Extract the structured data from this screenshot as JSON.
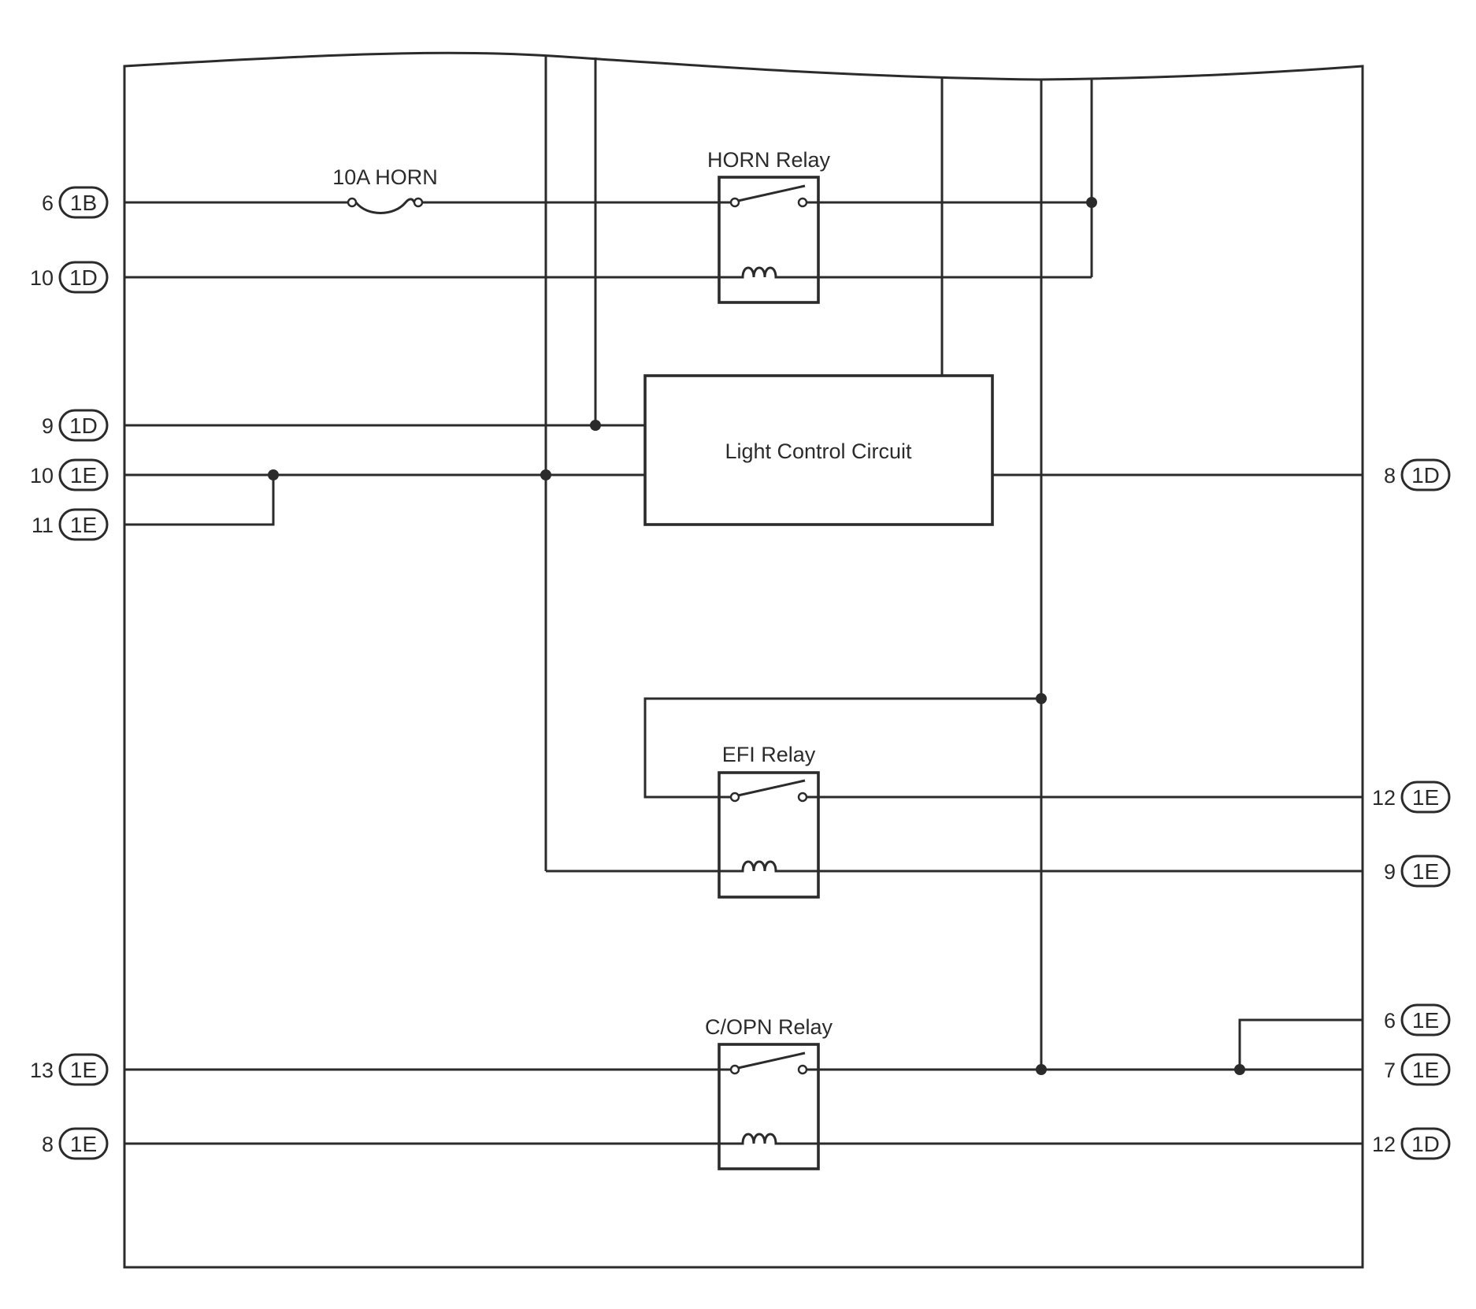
{
  "components": {
    "fuse_label": "10A HORN",
    "horn_relay_label": "HORN Relay",
    "light_control_label": "Light Control Circuit",
    "efi_relay_label": "EFI Relay",
    "copn_relay_label": "C/OPN Relay"
  },
  "left_terminals": [
    {
      "pin": "6",
      "connector": "1B"
    },
    {
      "pin": "10",
      "connector": "1D"
    },
    {
      "pin": "9",
      "connector": "1D"
    },
    {
      "pin": "10",
      "connector": "1E"
    },
    {
      "pin": "11",
      "connector": "1E"
    },
    {
      "pin": "13",
      "connector": "1E"
    },
    {
      "pin": "8",
      "connector": "1E"
    }
  ],
  "right_terminals": [
    {
      "pin": "8",
      "connector": "1D"
    },
    {
      "pin": "12",
      "connector": "1E"
    },
    {
      "pin": "9",
      "connector": "1E"
    },
    {
      "pin": "6",
      "connector": "1E"
    },
    {
      "pin": "7",
      "connector": "1E"
    },
    {
      "pin": "12",
      "connector": "1D"
    }
  ]
}
